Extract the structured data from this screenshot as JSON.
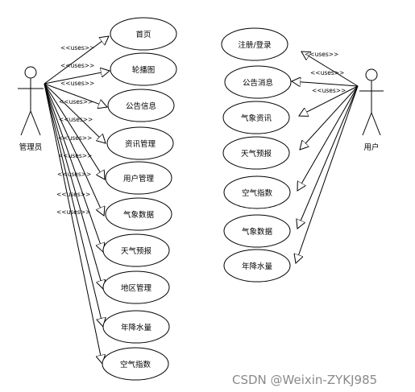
{
  "actors": {
    "admin": {
      "label": "管理员"
    },
    "user": {
      "label": "用户"
    }
  },
  "admin_use_cases": [
    {
      "label": "首页"
    },
    {
      "label": "轮播图"
    },
    {
      "label": "公告信息"
    },
    {
      "label": "资讯管理"
    },
    {
      "label": "用户管理"
    },
    {
      "label": "气象数据"
    },
    {
      "label": "天气预报"
    },
    {
      "label": "地区管理"
    },
    {
      "label": "年降水量"
    },
    {
      "label": "空气指数"
    }
  ],
  "user_use_cases": [
    {
      "label": "注册/登录"
    },
    {
      "label": "公告消息"
    },
    {
      "label": "气象资讯"
    },
    {
      "label": "天气预报"
    },
    {
      "label": "空气指数"
    },
    {
      "label": "气象数据"
    },
    {
      "label": "年降水量"
    }
  ],
  "relation_label": "<<uses>>",
  "watermark": "CSDN @Weixin-ZYKJ985"
}
